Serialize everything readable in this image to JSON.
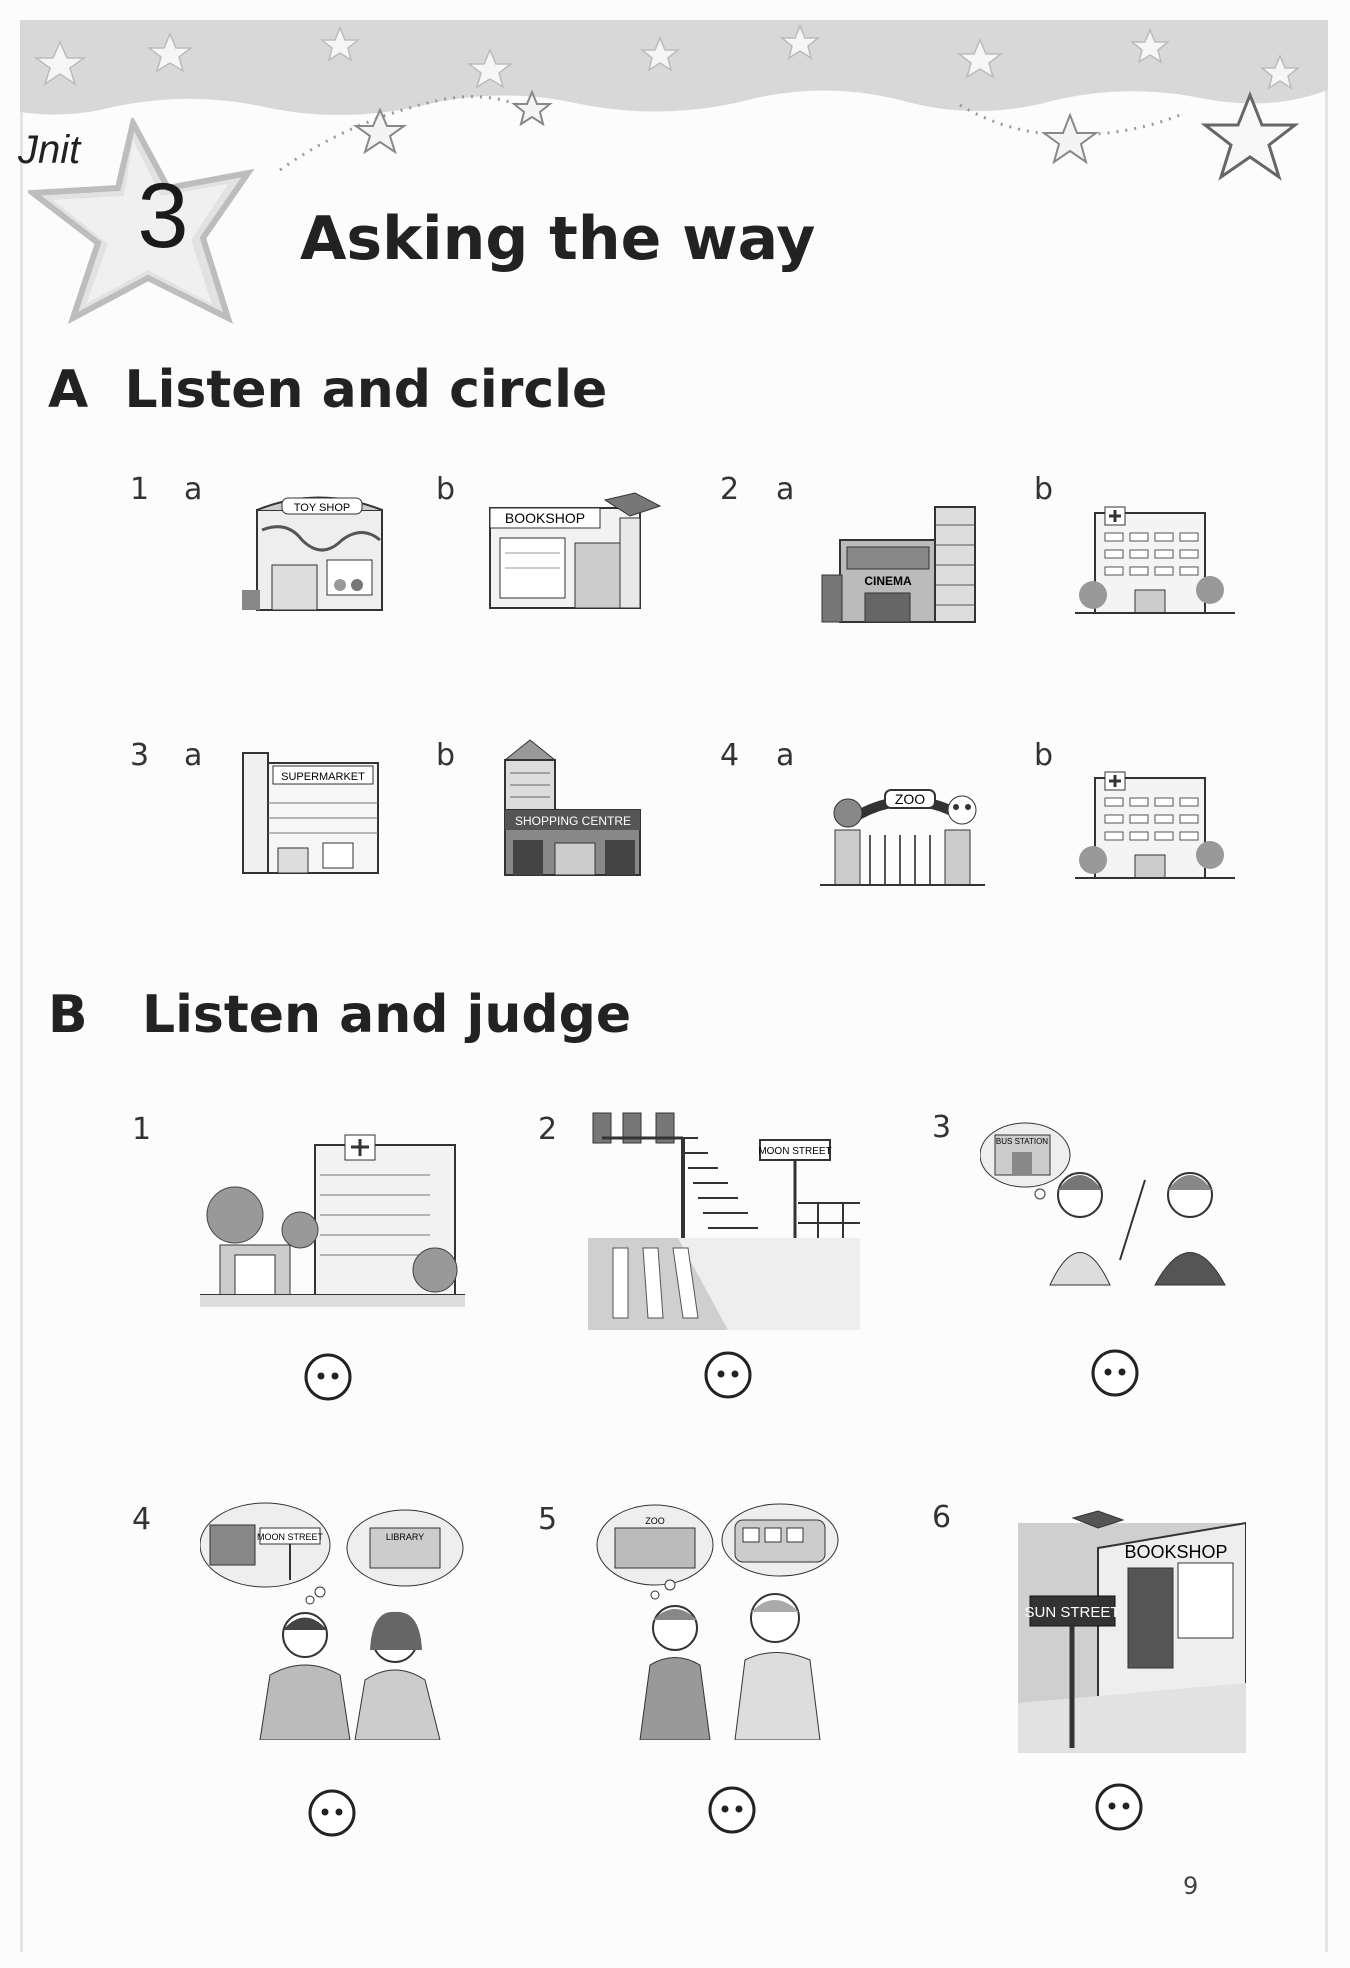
{
  "unit": {
    "label": "Jnit",
    "number": "3",
    "title": "Asking the way"
  },
  "section_a": {
    "letter": "A",
    "title": "Listen and circle",
    "items": [
      {
        "number": "1",
        "options": [
          {
            "letter": "a",
            "picture": "toy-shop",
            "sign": "TOY SHOP"
          },
          {
            "letter": "b",
            "picture": "bookshop",
            "sign": "BOOKSHOP"
          }
        ]
      },
      {
        "number": "2",
        "options": [
          {
            "letter": "a",
            "picture": "cinema",
            "sign": "CINEMA"
          },
          {
            "letter": "b",
            "picture": "hospital",
            "sign": ""
          }
        ]
      },
      {
        "number": "3",
        "options": [
          {
            "letter": "a",
            "picture": "supermarket",
            "sign": "SUPERMARKET"
          },
          {
            "letter": "b",
            "picture": "shopping-centre",
            "sign": "SHOPPING CENTRE"
          }
        ]
      },
      {
        "number": "4",
        "options": [
          {
            "letter": "a",
            "picture": "zoo",
            "sign": "ZOO"
          },
          {
            "letter": "b",
            "picture": "hospital",
            "sign": ""
          }
        ]
      }
    ]
  },
  "section_b": {
    "letter": "B",
    "title": "Listen and judge",
    "items": [
      {
        "number": "1",
        "picture": "hospital-street",
        "signs": []
      },
      {
        "number": "2",
        "picture": "crossing-traffic-lights",
        "signs": [
          "MOON STREET"
        ]
      },
      {
        "number": "3",
        "picture": "girls-phone-bus-station",
        "signs": [
          "BUS STATION"
        ]
      },
      {
        "number": "4",
        "picture": "man-woman-bus-library",
        "signs": [
          "MOON STREET",
          "LIBRARY"
        ]
      },
      {
        "number": "5",
        "picture": "boys-zoo-train",
        "signs": [
          "ZOO"
        ]
      },
      {
        "number": "6",
        "picture": "sun-street-bookshop",
        "signs": [
          "BOOKSHOP",
          "SUN STREET"
        ]
      }
    ]
  },
  "page_number": "9",
  "colors": {
    "ink": "#222222",
    "paper": "#fcfcfc",
    "banner": "#d6d6d6",
    "star": "#dcdcdc"
  }
}
